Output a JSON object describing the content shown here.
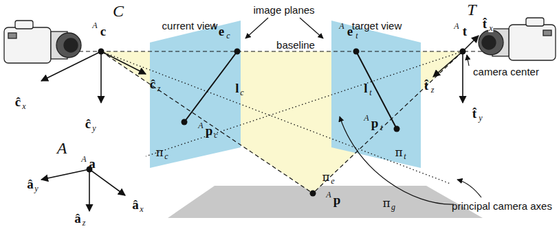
{
  "diagram": {
    "labels": [
      "image planes",
      "current view",
      "target view",
      "C",
      "T",
      "A",
      "c",
      "ĉ",
      "x",
      "ĉ",
      "y",
      "ĉ",
      "z",
      "A",
      "e",
      "c",
      "l",
      "c",
      "A",
      "p",
      "c",
      "π",
      "c",
      "baseline",
      "A",
      "e",
      "t",
      "l",
      "t",
      "A",
      "p",
      "t",
      "π",
      "t",
      "t̂",
      "x",
      "A",
      "t",
      "camera center",
      "t̂",
      "z",
      "t̂",
      "y",
      "principal camera axes",
      "A",
      "A",
      "a",
      "â",
      "y",
      "â",
      "z",
      "â",
      "x",
      "π",
      "e",
      "A",
      "p",
      "π",
      "g"
    ]
  }
}
